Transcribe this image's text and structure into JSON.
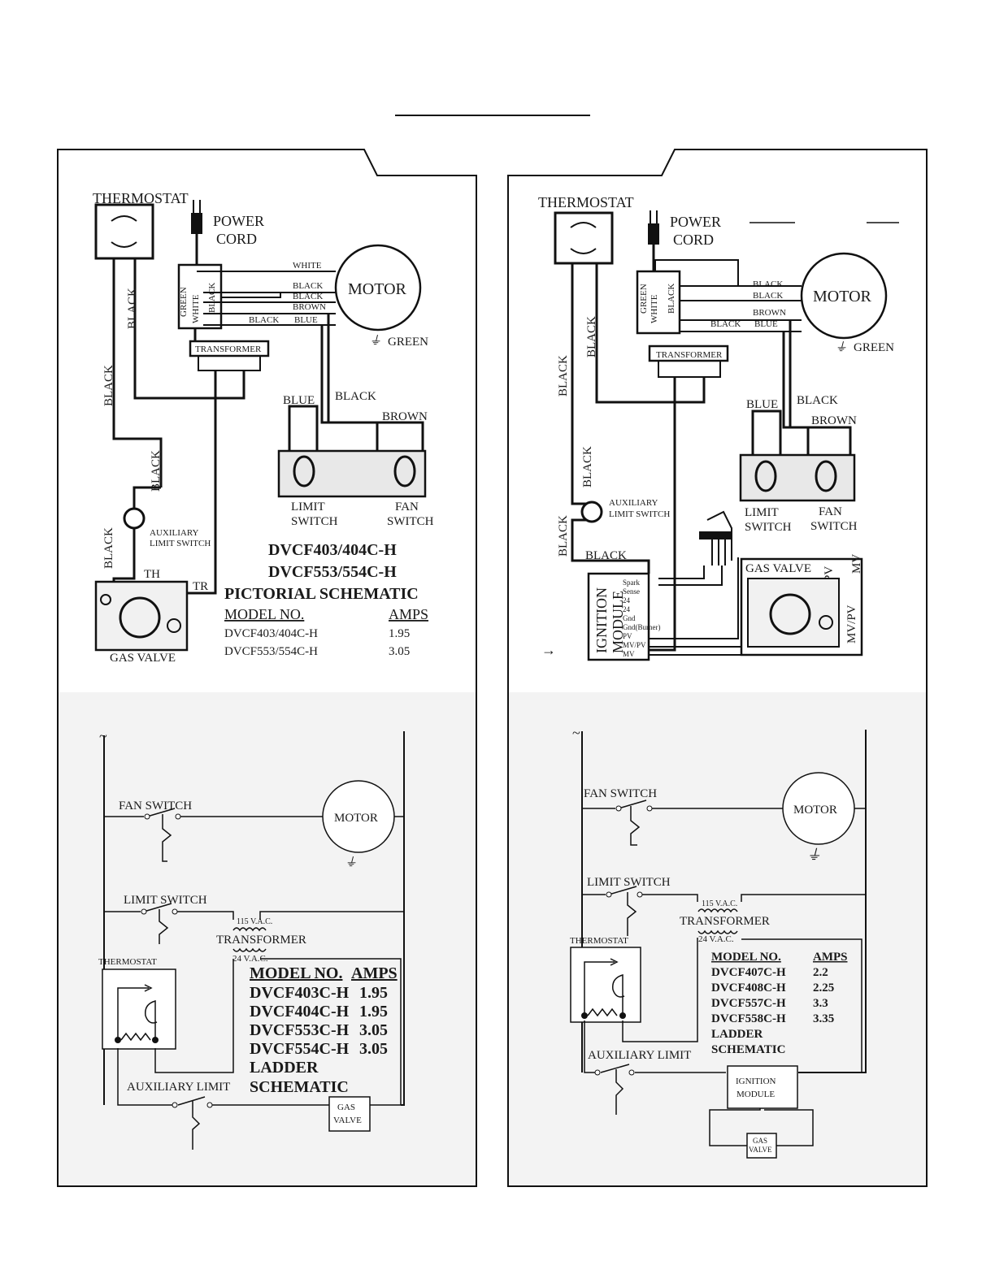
{
  "left": {
    "pictorial": {
      "thermostat": "THERMOSTAT",
      "power": "POWER",
      "cord": "CORD",
      "motor": "MOTOR",
      "green": "GREEN",
      "transformer": "TRANSFORMER",
      "wire_white": "WHITE",
      "wire_black": "BLACK",
      "wire_brown": "BROWN",
      "wire_blue": "BLUE",
      "wire_green": "GREEN",
      "limit": "LIMIT",
      "fan": "FAN",
      "switch": "SWITCH",
      "aux1": "AUXILIARY",
      "aux2": "LIMIT SWITCH",
      "th": "TH",
      "tr": "TR",
      "gas_valve": "GAS VALVE",
      "title1": "DVCF403/404C-H",
      "title2": "DVCF553/554C-H",
      "title3": "PICTORIAL SCHEMATIC",
      "table_h1": "MODEL NO.",
      "table_h2": "AMPS",
      "rows": [
        {
          "model": "DVCF403/404C-H",
          "amps": "1.95"
        },
        {
          "model": "DVCF553/554C-H",
          "amps": "3.05"
        }
      ]
    },
    "ladder": {
      "fan_switch": "FAN SWITCH",
      "motor": "MOTOR",
      "limit_switch": "LIMIT SWITCH",
      "v115": "115 V.A.C.",
      "transformer": "TRANSFORMER",
      "v24": "24 V.A.C.",
      "thermostat": "THERMOSTAT",
      "aux_limit": "AUXILIARY LIMIT",
      "gas": "GAS",
      "valve": "VALVE",
      "table_h1": "MODEL NO.",
      "table_h2": "AMPS",
      "rows": [
        {
          "model": "DVCF403C-H",
          "amps": "1.95"
        },
        {
          "model": "DVCF404C-H",
          "amps": "1.95"
        },
        {
          "model": "DVCF553C-H",
          "amps": "3.05"
        },
        {
          "model": "DVCF554C-H",
          "amps": "3.05"
        }
      ],
      "caption1": "LADDER",
      "caption2": "SCHEMATIC"
    }
  },
  "right": {
    "pictorial": {
      "thermostat": "THERMOSTAT",
      "power": "POWER",
      "cord": "CORD",
      "motor": "MOTOR",
      "green": "GREEN",
      "transformer": "TRANSFORMER",
      "wire_black": "BLACK",
      "wire_brown": "BROWN",
      "wire_blue": "BLUE",
      "wire_green": "GREEN",
      "wire_white": "WHITE",
      "limit": "LIMIT",
      "fan": "FAN",
      "switch": "SWITCH",
      "aux1": "AUXILIARY",
      "aux2": "LIMIT SWITCH",
      "ignition1": "IGNITION",
      "ignition2": "MODULE",
      "gas_valve": "GAS VALVE",
      "pv": "PV",
      "mv": "MV",
      "mvpv": "MV/PV",
      "terminals": [
        "Spark",
        "Sense",
        "24",
        "24",
        "Gnd",
        "Gnd(Burner)",
        "PV",
        "MV/PV",
        "MV"
      ]
    },
    "ladder": {
      "fan_switch": "FAN SWITCH",
      "motor": "MOTOR",
      "limit_switch": "LIMIT SWITCH",
      "v115": "115 V.A.C.",
      "transformer": "TRANSFORMER",
      "v24": "24 V.A.C.",
      "thermostat": "THERMOSTAT",
      "aux_limit": "AUXILIARY LIMIT",
      "ignition1": "IGNITION",
      "ignition2": "MODULE",
      "gas": "GAS",
      "valve": "VALVE",
      "table_h1": "MODEL NO.",
      "table_h2": "AMPS",
      "rows": [
        {
          "model": "DVCF407C-H",
          "amps": "2.2"
        },
        {
          "model": "DVCF408C-H",
          "amps": "2.25"
        },
        {
          "model": "DVCF557C-H",
          "amps": "3.3"
        },
        {
          "model": "DVCF558C-H",
          "amps": "3.35"
        }
      ],
      "caption1": "LADDER",
      "caption2": "SCHEMATIC"
    }
  }
}
